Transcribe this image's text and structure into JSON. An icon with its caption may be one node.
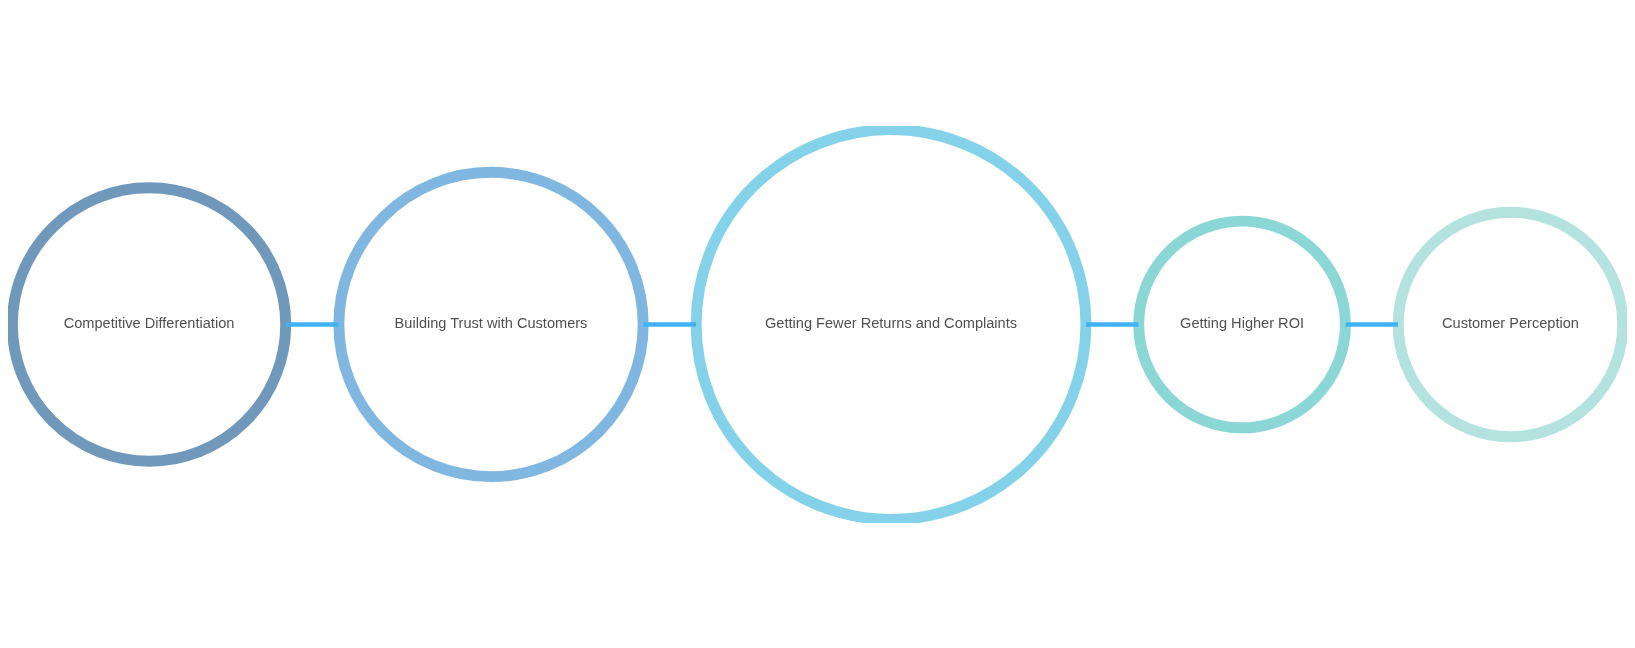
{
  "diagram": {
    "nodes": [
      {
        "text": [
          "Competitive Differentiation"
        ]
      },
      {
        "text": [
          "Building Trust with Customers"
        ]
      },
      {
        "text": [
          "Getting Fewer Returns and Complaints"
        ]
      },
      {
        "text": [
          "Getting Higher ROI"
        ]
      },
      {
        "text": [
          "Customer Perception"
        ]
      }
    ],
    "edges": [
      {
        "from": 0,
        "to": 1,
        "arrow": "none"
      },
      {
        "from": 1,
        "to": 2,
        "arrow": "none"
      },
      {
        "from": 2,
        "to": 3,
        "arrow": "none"
      },
      {
        "from": 3,
        "to": 4,
        "arrow": "none"
      }
    ]
  }
}
